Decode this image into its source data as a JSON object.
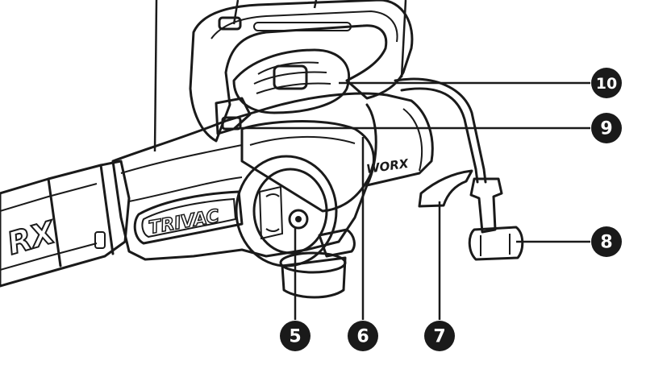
{
  "product": {
    "brand_nozzle": "RX",
    "brand_motor": "WORX",
    "model_label": "TRIVAC"
  },
  "callouts": [
    {
      "id": "10",
      "label": "10"
    },
    {
      "id": "9",
      "label": "9"
    },
    {
      "id": "8",
      "label": "8"
    },
    {
      "id": "7",
      "label": "7"
    },
    {
      "id": "6",
      "label": "6"
    },
    {
      "id": "5",
      "label": "5"
    }
  ],
  "colors": {
    "line": "#1a1a1a",
    "fill": "#ffffff",
    "badge": "#1a1a1a"
  }
}
